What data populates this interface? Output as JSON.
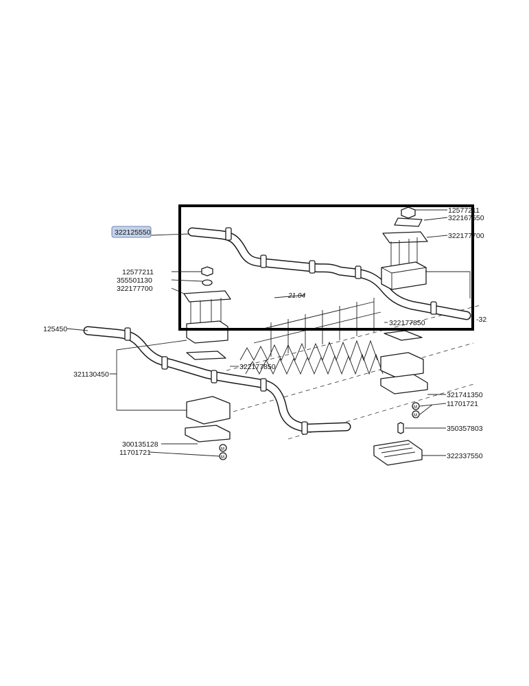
{
  "highlight": {
    "part": "322125550",
    "color": "#c5d3ea",
    "border": "#6f86b3"
  },
  "frame_color": "#000000",
  "reference": "21.04",
  "parts": {
    "top_nut": "12577211",
    "top_plate": "322167550",
    "top_bolts": "322177700",
    "right_edge": "-32",
    "right_bracket": "322177850",
    "left_nut": "12577211",
    "left_washer": "355501130",
    "left_bolts": "322177700",
    "left_end": "125450",
    "left_bar": "321130450",
    "mid_plate": "322177850",
    "left_base": "300135128",
    "left_m_nut": "11701721",
    "right_saddle": "321741350",
    "right_m_nut": "11701721",
    "right_stud": "350357803",
    "right_block": "322337550"
  }
}
